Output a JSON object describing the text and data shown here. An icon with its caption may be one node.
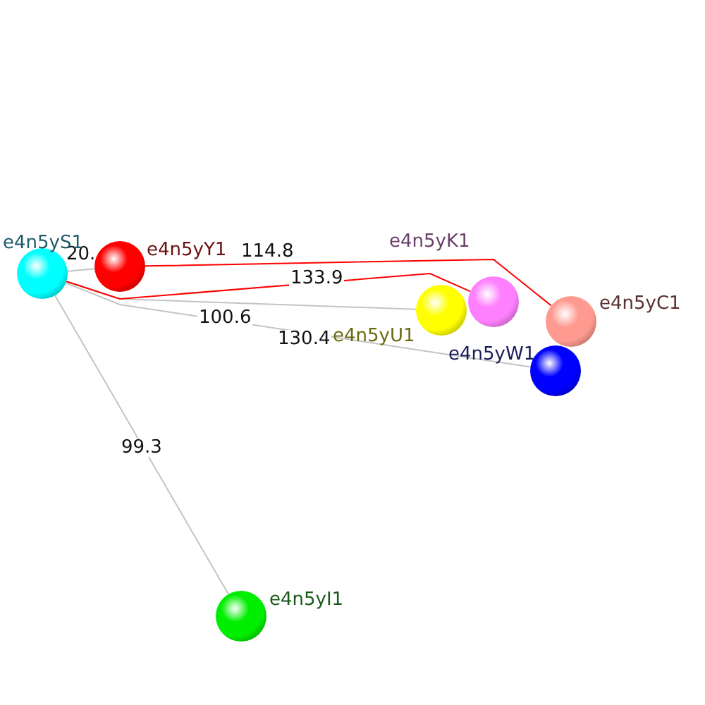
{
  "diagram": {
    "nodes": [
      {
        "text": [
          "e4n5yS1"
        ]
      },
      {
        "text": [
          "e4n5yY1"
        ]
      },
      {
        "text": [
          "e4n5yU1"
        ]
      },
      {
        "text": [
          "e4n5yK1"
        ]
      },
      {
        "text": [
          "e4n5yC1"
        ]
      },
      {
        "text": [
          "e4n5yW1"
        ]
      },
      {
        "text": [
          "e4n5yI1"
        ]
      }
    ],
    "edges": [
      {
        "from": 0,
        "to": 1,
        "arrow": "none",
        "label": "20."
      },
      {
        "from": 1,
        "to": 4,
        "arrow": "none",
        "label": "114.8",
        "color": "#ff0000"
      },
      {
        "from": 0,
        "to": 2,
        "arrow": "none",
        "label": "100.6"
      },
      {
        "from": 0,
        "to": 3,
        "arrow": "none",
        "label": "133.9",
        "color": "#ff0000"
      },
      {
        "from": 0,
        "to": 5,
        "arrow": "none",
        "label": "130.4"
      },
      {
        "from": 0,
        "to": 6,
        "arrow": "none",
        "label": "99.3"
      }
    ]
  }
}
